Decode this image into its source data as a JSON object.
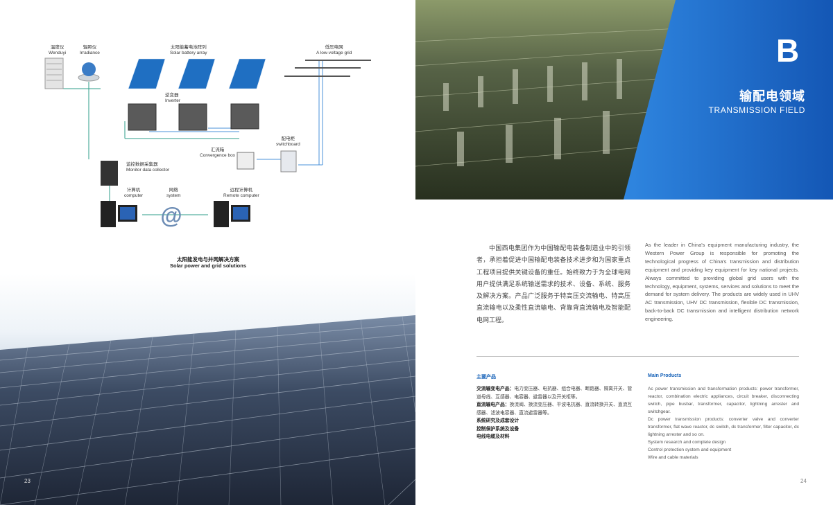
{
  "left_page": {
    "diagram": {
      "thermometer_cn": "温度仪",
      "thermometer_en": "Wenduyi",
      "irradiance_cn": "辐照仪",
      "irradiance_en": "Irradiance",
      "solar_array_cn": "太阳能蓄电池阵列",
      "solar_array_en": "Solar battery array",
      "grid_cn": "低压电网",
      "grid_en": "A low-voltage grid",
      "inverter_cn": "逆变器",
      "inverter_en": "Inverter",
      "switchboard_cn": "配电柜",
      "switchboard_en": "switchboard",
      "convergence_cn": "汇流箱",
      "convergence_en": "Convergence box",
      "collector_cn": "监控数据采集器",
      "collector_en": "Monitor data collector",
      "computer_cn": "计算机",
      "computer_en": "computer",
      "network_cn": "网络",
      "network_en": "system",
      "remote_cn": "远程计算机",
      "remote_en": "Remote computer"
    },
    "caption_cn": "太阳能发电与并网解决方案",
    "caption_en": "Solar power and grid solutions",
    "page_number": "23"
  },
  "right_page": {
    "badge_letter": "B",
    "title_cn": "输配电领域",
    "title_en": "TRANSMISSION FIELD",
    "intro_cn": "中国西电集团作为中国输配电装备制造业中的引领者，承担着促进中国输配电装备技术进步和为国家重点工程项目提供关键设备的重任。始终致力于为全球电网用户提供满足系统输送需求的技术、设备、系统、服务及解决方案。产品广泛服务于特高压交流输电、特高压直流输电以及柔性直流输电、背靠背直流输电及智能配电网工程。",
    "intro_en": "As the leader in China's equipment manufacturing industry, the Western Power Group is responsible for promoting the technological progress of China's transmission and distribution equipment and providing key equipment for key national projects. Always committed to providing global grid users with the technology, equipment, systems, services and solutions to meet the demand for system delivery. The products are widely used in UHV AC transmission, UHV DC transmission, flexible DC transmission, back-to-back DC transmission and intelligent distribution network engineering.",
    "main_products_cn_title": "主要产品",
    "main_products_en_title": "Main Products",
    "products_cn": {
      "ac_label": "交流输变电产品：",
      "ac_text": "电力变压器、电抗器、组合电器、断路器、隔离开关、管道母线、互感器、电容器、避雷器以及开关柜等。",
      "dc_label": "直流输电产品：",
      "dc_text": "换流阀、换流变压器、平波电抗器、直流转换开关、直流互感器、滤波电容器、直流避雷器等。",
      "line3": "系统研究及成套设计",
      "line4": "控制保护系统及设备",
      "line5": "电线电缆及材料"
    },
    "products_en": {
      "ac": "Ac power transmission and transformation products: power transformer, reactor, combination electric appliances, circuit breaker, disconnecting switch, pipe busbar, transformer, capacitor, lightning arrester and switchgear.",
      "dc": "Dc power transmission products: converter valve and converter transformer, flat wave reactor, dc switch, dc transformer, filter capacitor, dc lightning arrester and so on.",
      "line3": "System research and complete design",
      "line4": "Control protection system and equipment",
      "line5": "Wire and cable materials"
    },
    "page_number": "24"
  },
  "colors": {
    "accent_blue": "#1762b8",
    "banner_blue": "#1a6fd0"
  }
}
